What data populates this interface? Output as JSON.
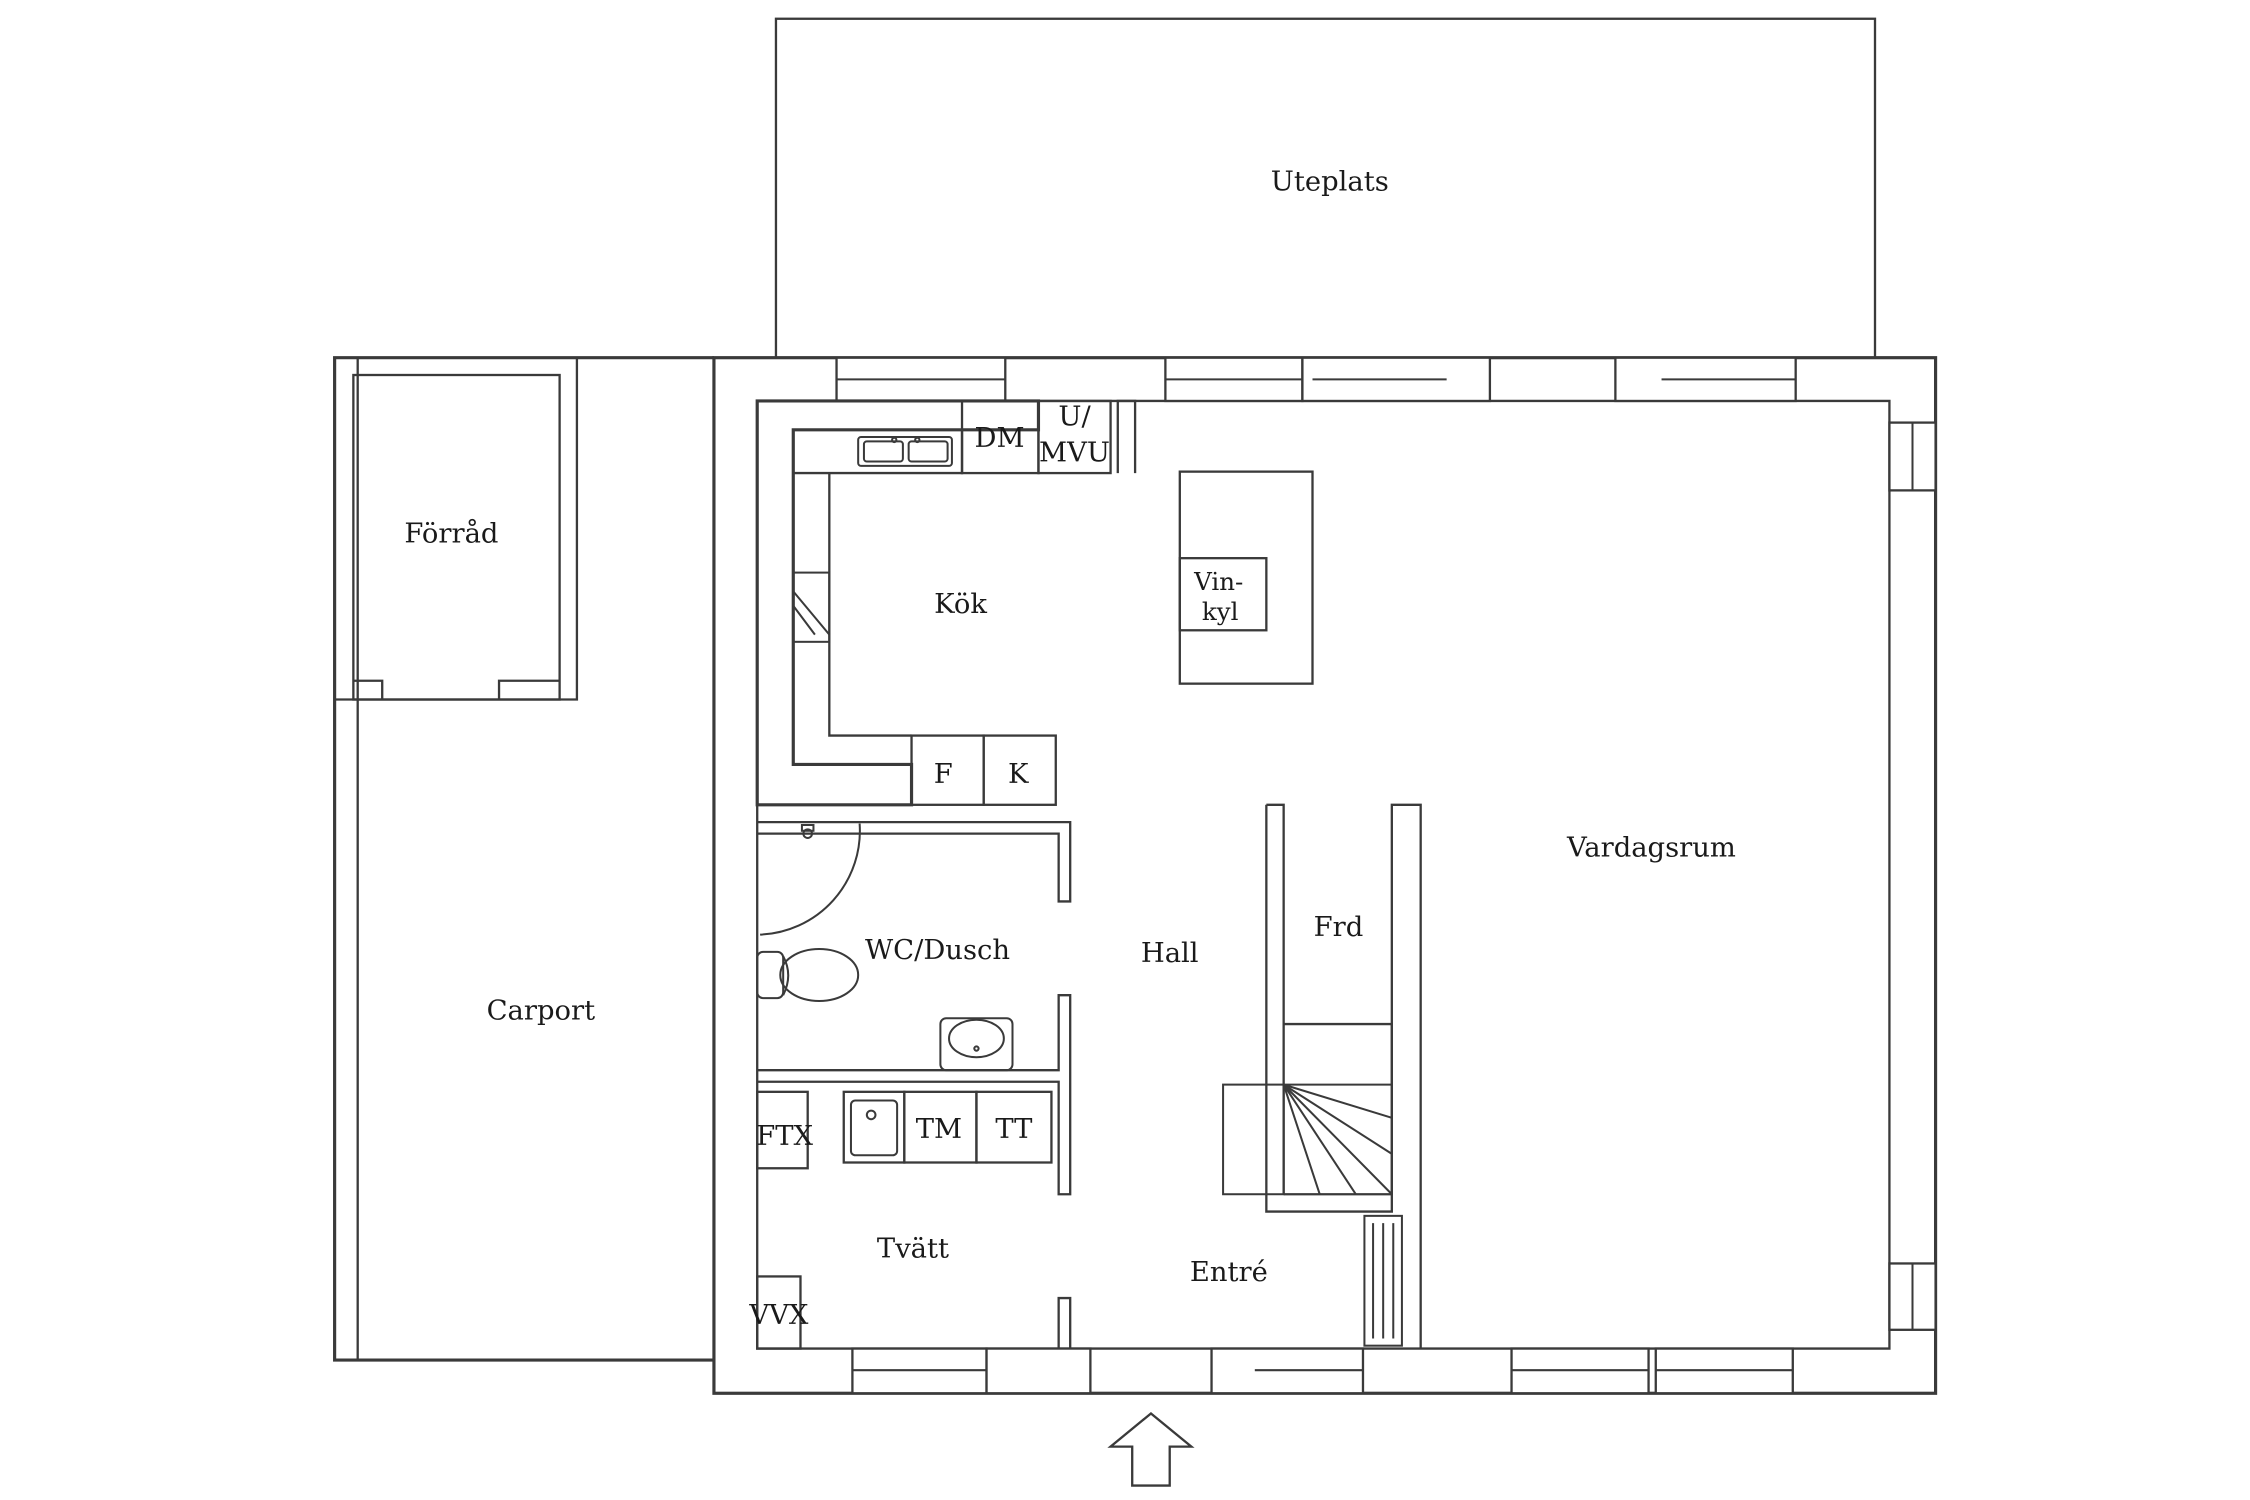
{
  "rooms": {
    "uteplats": "Uteplats",
    "forrad": "Förråd",
    "carport": "Carport",
    "kok": "Kök",
    "dm": "DM",
    "u_mvu_line1": "U/",
    "u_mvu_line2": "MVU",
    "vinkyl_line1": "Vin-",
    "vinkyl_line2": "kyl",
    "f": "F",
    "k": "K",
    "wc_dusch": "WC/Dusch",
    "hall": "Hall",
    "frd": "Frd",
    "vardagsrum": "Vardagsrum",
    "ftx": "FTX",
    "tm": "TM",
    "tt": "TT",
    "tvatt": "Tvätt",
    "entre": "Entré",
    "vvx": "VVX"
  }
}
